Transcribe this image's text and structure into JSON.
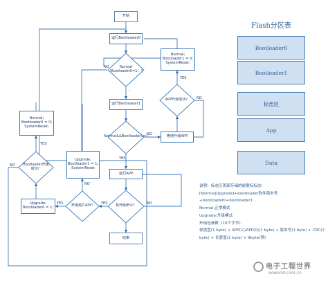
{
  "flowchart": {
    "start": "开始",
    "run_bootloader0": "运行Bootloader0",
    "decision_normal": "Normal（Bootloader0=1）？",
    "run_bootloader1": "运行Bootloader1",
    "decision_normal_bootloader1": "Normal&&Bootloader1=1",
    "wait_upgrade": "等待升级APP",
    "decision_upgrade_ok": "APP升级成功？",
    "set_normal_top": "Normal;\nBootloader1 = 0;\nSystemReset;",
    "set_normal_left": "Normal;\nBootloader0 = 0;\nSystemReset;",
    "decision_bl_upgrade_ok": "Bootloader升级成功？",
    "set_upgrade": "Upgrade;\nBootloader0 = 1;",
    "set_upgrade_reset": "Upgrade;\nBootloader1 = 1;\nSystemReset",
    "run_app": "运行APP",
    "decision_upgrade_cmd": "有升级命令？",
    "decision_upgrade_which": "升级用户APP?",
    "end": "结束",
    "labels": {
      "yes": "YES",
      "no": "NO",
      "dash": "-"
    }
  },
  "flash_table": {
    "title": "Flash分区表",
    "rows": [
      "Bootloader0",
      "Bootloader1",
      "标志区",
      "App",
      "Data"
    ]
  },
  "notes": {
    "text": "说明：标志区首部存储的是跟标标志：\n[Normal|Upgrade]+bootloader软件版本号\n+bootloader0+bootloader1\n     Normal:正常模式\n     Upgrade:升级模式\n升级包参数（16个字节）：\n     帧类型(1 byte) + APP(1)/APP(0)(1 byte) + 版本号(1 byte) + CRC(2\n     byte) + 长度值(2 byte) + 9byte(预)"
  },
  "watermark": {
    "name": "电子工程世界",
    "url": "eeworld.com.cn"
  }
}
